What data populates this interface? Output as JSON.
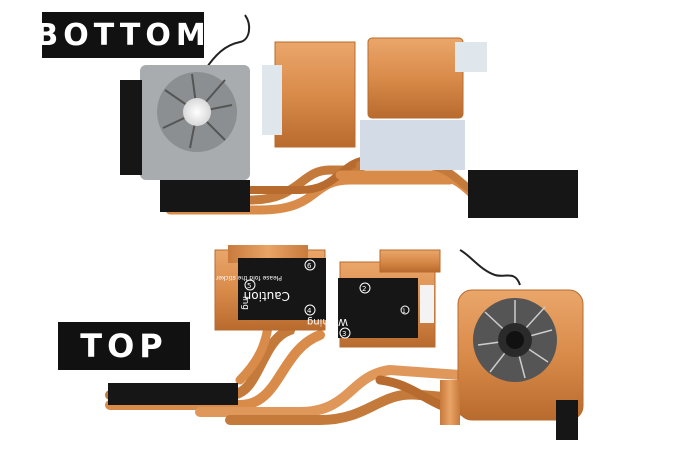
{
  "labels": {
    "bottom": "BOTTOM",
    "top": "TOP"
  },
  "top_assembly": {
    "sticker_caution": {
      "title": "Caution",
      "body": "Please fold the sticker",
      "number_a": "5",
      "number_b": "6",
      "number_c": "4",
      "side": "ing"
    },
    "sticker_warning": {
      "title": "Warning",
      "number_a": "2",
      "number_b": "3",
      "number_c": "1"
    }
  },
  "colors": {
    "copper": "#d98b4a",
    "copper_dark": "#b86b2e",
    "copper_light": "#eaa66a",
    "fan_frame": "#a9acae",
    "black": "#161616"
  }
}
